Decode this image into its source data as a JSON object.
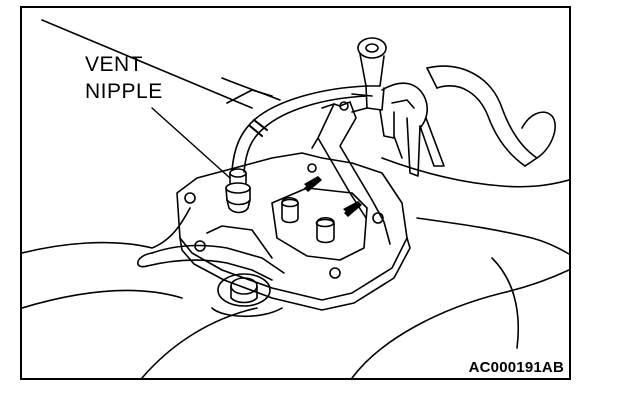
{
  "figure": {
    "callout_line1": "VENT",
    "callout_line2": "NIPPLE",
    "figure_id": "AC000191AB"
  }
}
